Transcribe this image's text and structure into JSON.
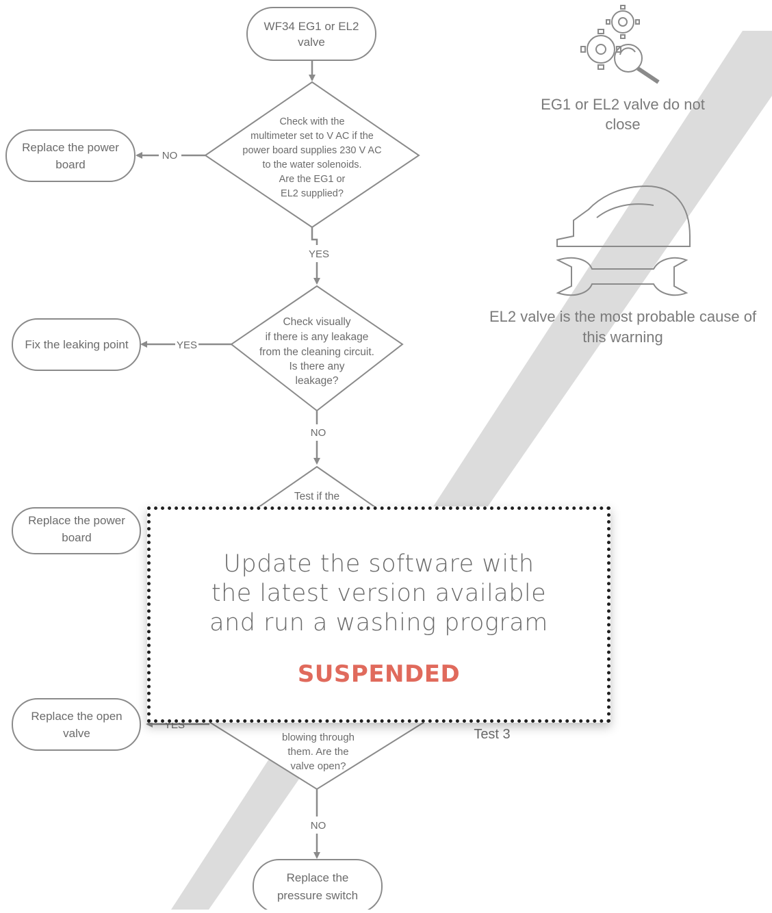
{
  "flowchart": {
    "start": {
      "line1": "WF34 EG1 or EL2",
      "line2": "valve"
    },
    "q1": {
      "lines": [
        "Check with the",
        "multimeter set to V AC if the",
        "power board supplies 230 V AC",
        "to the  water solenoids.",
        "Are the EG1 or",
        "EL2 supplied?"
      ],
      "no_label": "NO",
      "yes_label": "YES",
      "no_action": {
        "line1": "Replace the power",
        "line2": "board"
      }
    },
    "q2": {
      "lines": [
        "Check visually",
        "if there is any leakage",
        "from the cleaning circuit.",
        "Is there any",
        "leakage?"
      ],
      "yes_label": "YES",
      "no_label": "NO",
      "yes_action": {
        "line1": "Fix the leaking point"
      }
    },
    "q3": {
      "visible_text": "Test if the",
      "side_action": {
        "line1": "Replace the power",
        "line2": "board"
      }
    },
    "q4": {
      "lines": [
        "blowing through",
        "them. Are the",
        "valve open?"
      ],
      "yes_label": "YES",
      "no_label": "NO",
      "yes_action": {
        "line1": "Replace the open",
        "line2": "valve"
      },
      "side_text": "Test 3"
    },
    "end": {
      "line1": "Replace the",
      "line2": "pressure switch"
    }
  },
  "info": {
    "gears_caption": {
      "line1": "EG1 or EL2 valve do not",
      "line2": "close"
    },
    "repair_caption": {
      "line1": "EL2 valve is the most probable cause of",
      "line2": "this warning"
    },
    "gears_icon": "gears-magnifier-icon",
    "repair_icon": "helmet-wrench-icon"
  },
  "overlay": {
    "message": "Update the software with\nthe latest version available\nand run a washing program",
    "status": "SUSPENDED",
    "status_color": "#e06a5c"
  },
  "colors": {
    "stroke": "#8a8a8a",
    "text": "#6b6b6b",
    "stripe": "#dcdcdc"
  }
}
